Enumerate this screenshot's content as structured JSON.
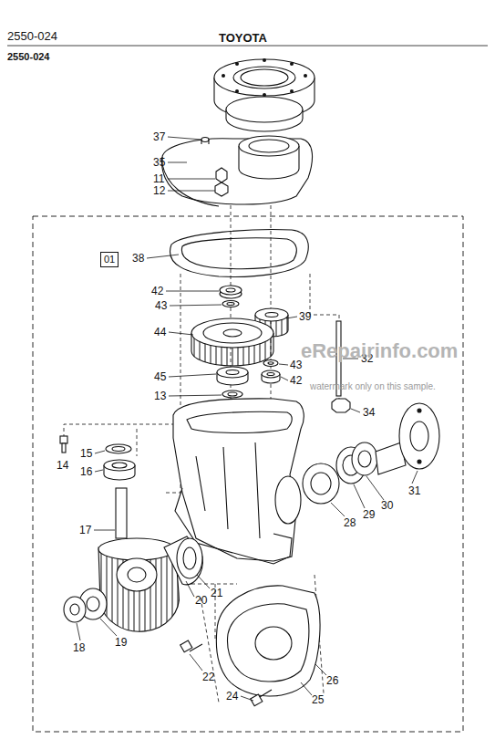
{
  "diagram": {
    "title": "TOYOTA",
    "nodes": [
      {
        "text": [
          "01"
        ]
      }
    ],
    "edges": [],
    "labels": [
      "2550-024",
      "2550-024",
      "37",
      "35",
      "11",
      "12",
      "38",
      "42",
      "43",
      "39",
      "44",
      "43",
      "42",
      "45",
      "13",
      "32",
      "34",
      "15",
      "14",
      "16",
      "31",
      "30",
      "29",
      "28",
      "17",
      "21",
      "20",
      "19",
      "18",
      "22",
      "26",
      "25",
      "24",
      "eRepairinfo.com",
      "watermark only on this sample."
    ]
  }
}
